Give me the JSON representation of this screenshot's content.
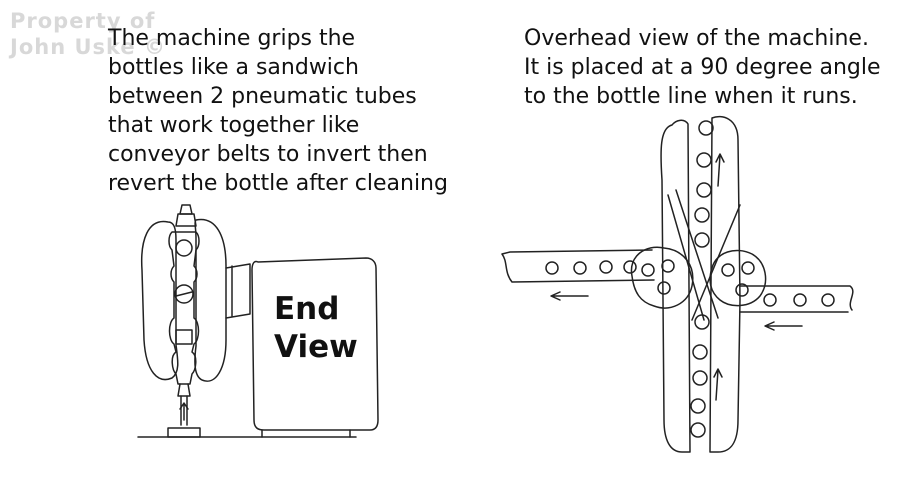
{
  "watermark": {
    "line1": "Property of",
    "line2": "John Uske ©"
  },
  "captions": {
    "left": [
      "The machine grips the",
      "bottles like a sandwich",
      "between 2 pneumatic tubes",
      "that work together like",
      "conveyor belts to invert then",
      "revert the bottle after cleaning"
    ],
    "right": [
      "Overhead view of the machine.",
      "It is placed at a 90 degree angle",
      "to the bottle line when it runs."
    ]
  },
  "end_view": {
    "line1": "End",
    "line2": "View"
  }
}
